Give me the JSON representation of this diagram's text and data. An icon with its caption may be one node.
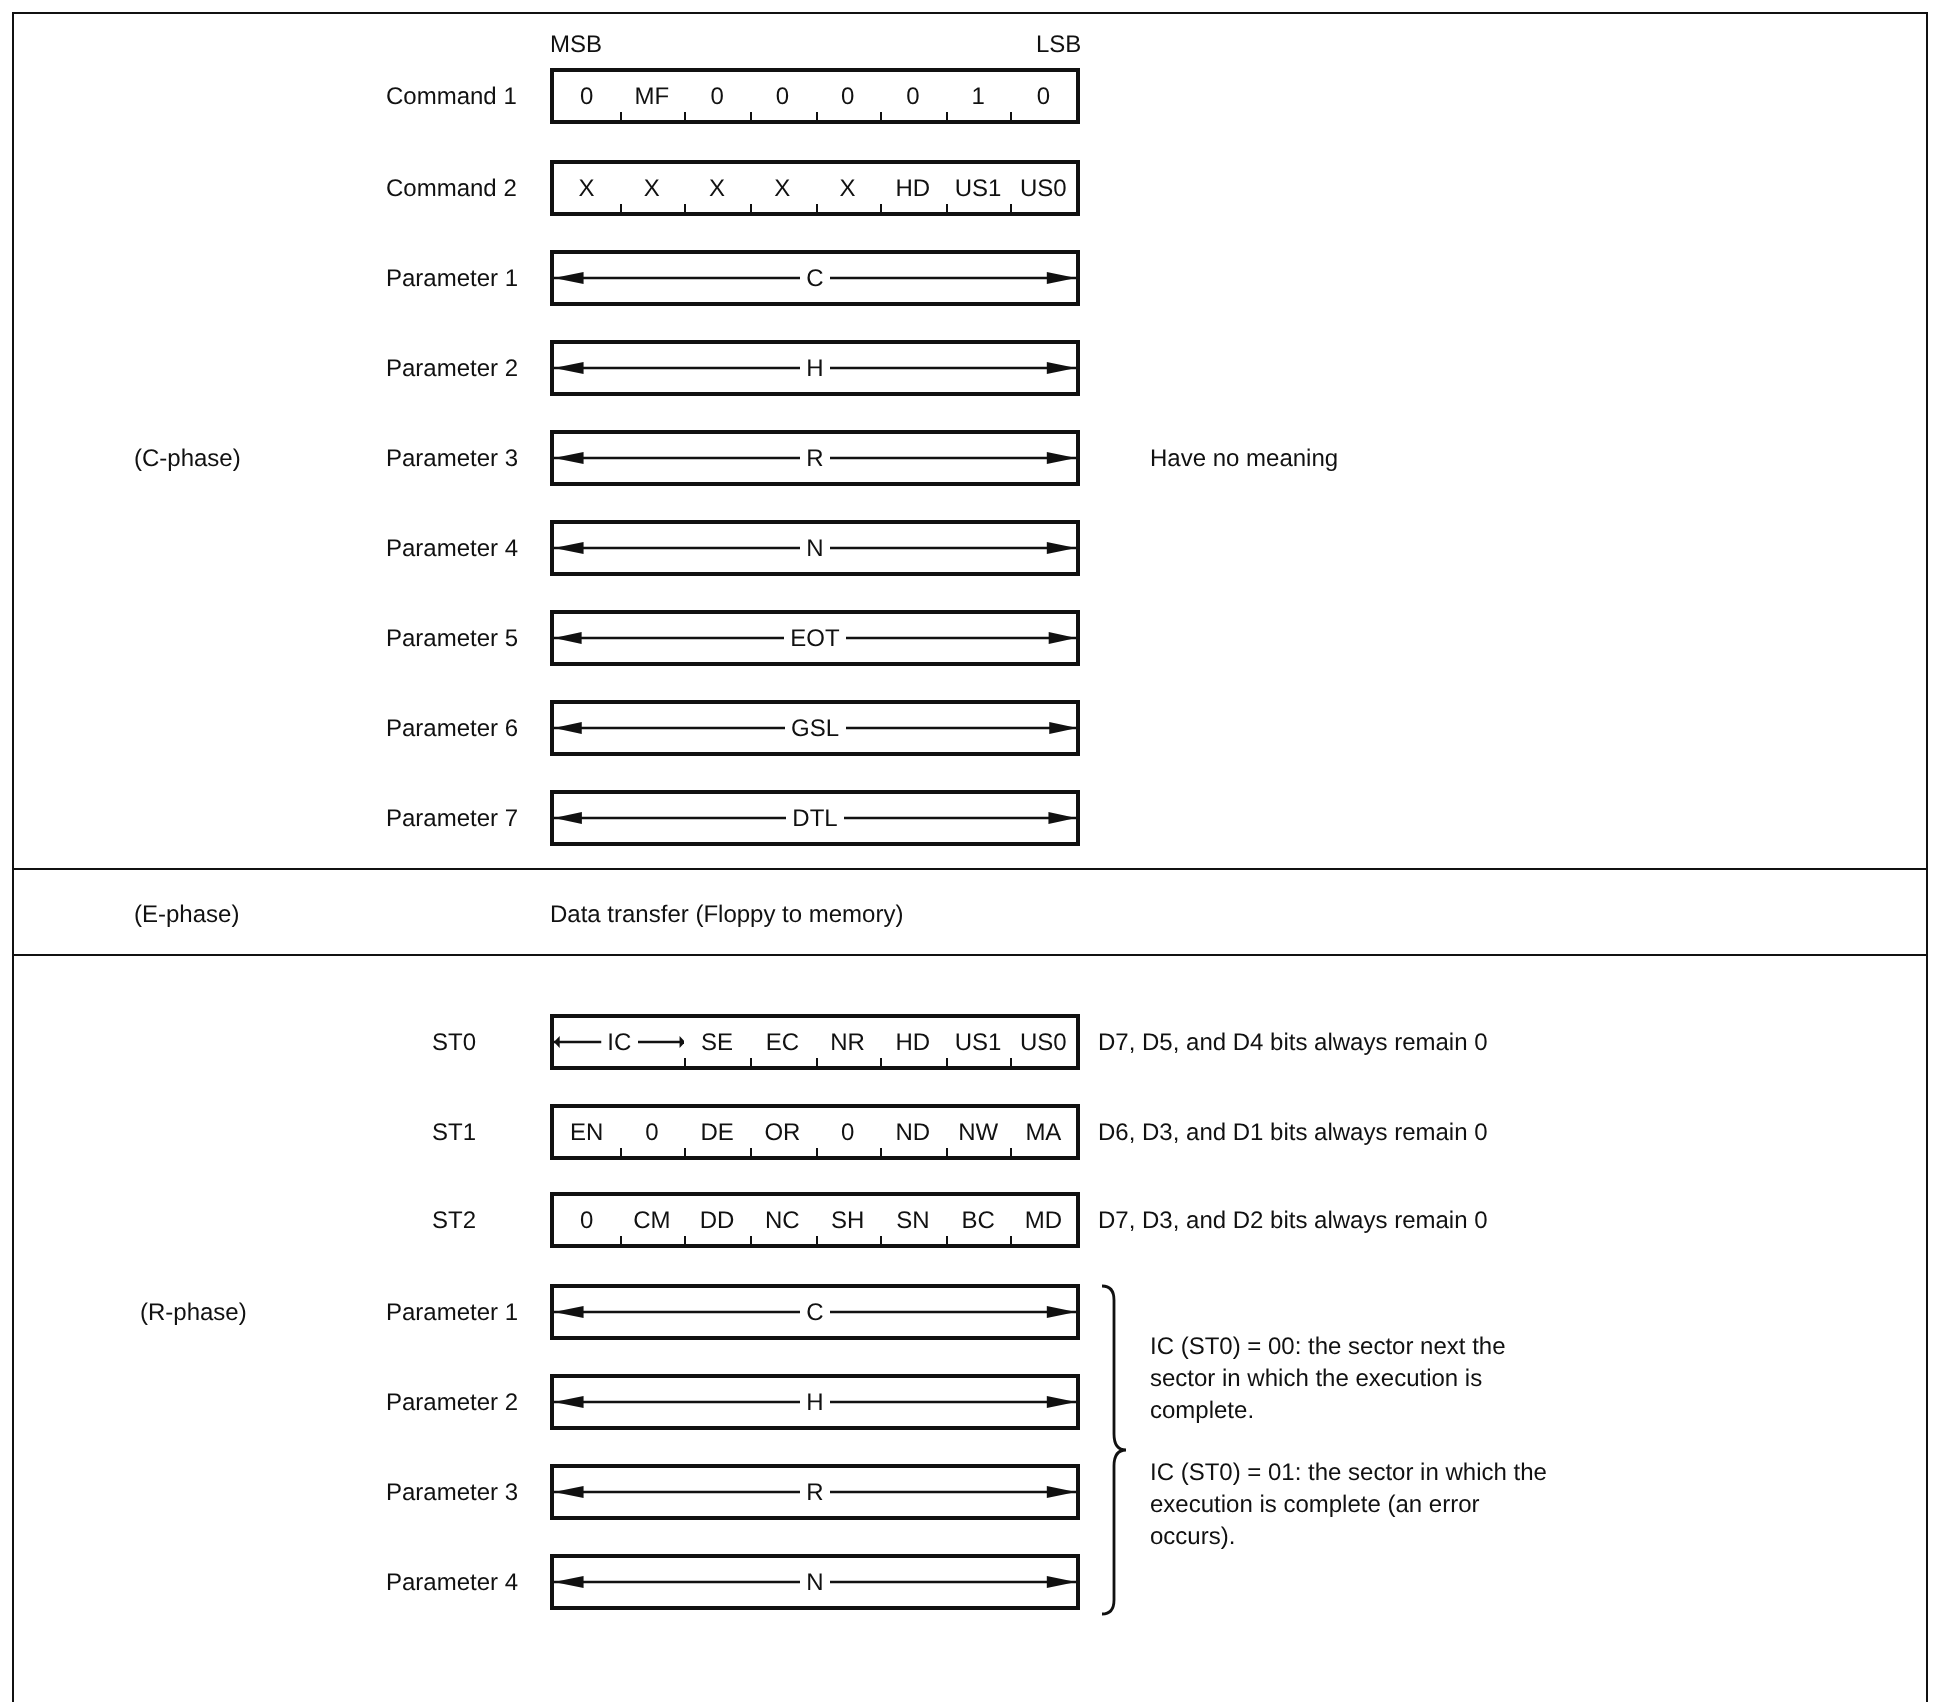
{
  "diagram": {
    "nodes": [
      {
        "text": [
          "0",
          "MF",
          "0",
          "0",
          "0",
          "0",
          "1",
          "0"
        ],
        "beside": [
          "Command 1"
        ]
      },
      {
        "text": [
          "X",
          "X",
          "X",
          "X",
          "X",
          "HD",
          "US1",
          "US0"
        ],
        "beside": [
          "Command 2"
        ]
      },
      {
        "text": [
          "C"
        ],
        "beside": [
          "Parameter 1"
        ]
      },
      {
        "text": [
          "H"
        ],
        "beside": [
          "Parameter 2"
        ]
      },
      {
        "text": [
          "R"
        ],
        "beside": [
          "Parameter 3"
        ]
      },
      {
        "text": [
          "N"
        ],
        "beside": [
          "Parameter 4"
        ]
      },
      {
        "text": [
          "EOT"
        ],
        "beside": [
          "Parameter 5"
        ]
      },
      {
        "text": [
          "GSL"
        ],
        "beside": [
          "Parameter 6"
        ]
      },
      {
        "text": [
          "DTL"
        ],
        "beside": [
          "Parameter 7"
        ]
      },
      {
        "text": [
          "IC",
          "SE",
          "EC",
          "NR",
          "HD",
          "US1",
          "US0"
        ],
        "beside": [
          "ST0",
          "D7, D5, and D4 bits always remain 0"
        ]
      },
      {
        "text": [
          "EN",
          "0",
          "DE",
          "OR",
          "0",
          "ND",
          "NW",
          "MA"
        ],
        "beside": [
          "ST1",
          "D6, D3, and D1 bits always remain 0"
        ]
      },
      {
        "text": [
          "0",
          "CM",
          "DD",
          "NC",
          "SH",
          "SN",
          "BC",
          "MD"
        ],
        "beside": [
          "ST2",
          "D7, D3, and D2 bits always remain 0"
        ]
      },
      {
        "text": [
          "C"
        ],
        "beside": [
          "Parameter 1"
        ]
      },
      {
        "text": [
          "H"
        ],
        "beside": [
          "Parameter 2"
        ]
      },
      {
        "text": [
          "R"
        ],
        "beside": [
          "Parameter 3"
        ]
      },
      {
        "text": [
          "N"
        ],
        "beside": [
          "Parameter 4"
        ]
      }
    ],
    "labels": [
      "MSB",
      "LSB",
      "(C-phase)",
      "Have no meaning",
      "(E-phase)",
      "Data transfer (Floppy to memory)",
      "(R-phase)",
      "IC (ST0) = 00: the sector next the sector in which the execution is complete.",
      "IC (ST0) = 01: the sector in which the execution is complete (an error occurs)."
    ]
  }
}
